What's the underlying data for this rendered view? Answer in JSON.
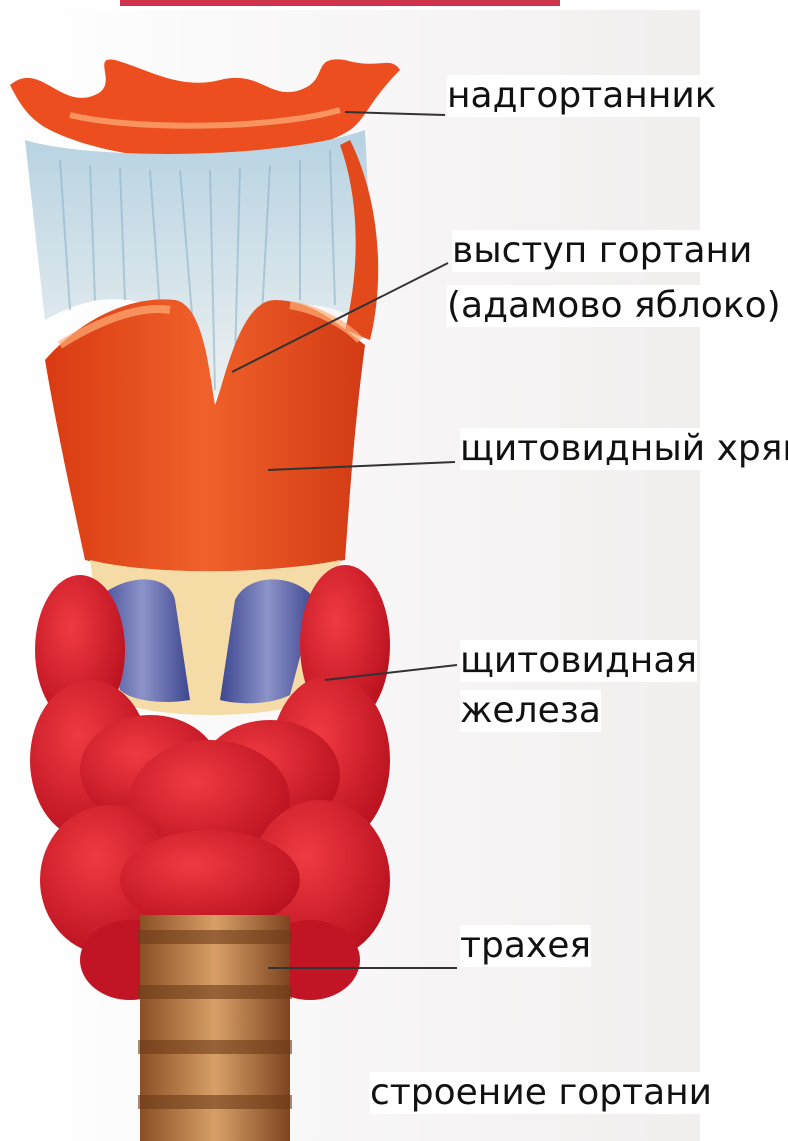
{
  "labels": {
    "epiglottis": "надгортанник",
    "prominence_line1": "выступ гортани",
    "prominence_line2": "(адамово яблоко)",
    "thyroid_cartilage": "щитовидный хрящ",
    "thyroid_gland_line1": "щитовидная",
    "thyroid_gland_line2": "железа",
    "trachea": "трахея",
    "caption": "строение гортани"
  },
  "colors": {
    "cartilage": "#e8481c",
    "cartilage_light": "#f46a2e",
    "gland": "#d8182a",
    "gland_dark": "#a80c1c",
    "membrane": "#c9dde8",
    "muscle": "#5d66a8",
    "trachea_ring": "#a9693a",
    "trachea_band": "#d79a5e",
    "leader_line": "#333333"
  }
}
